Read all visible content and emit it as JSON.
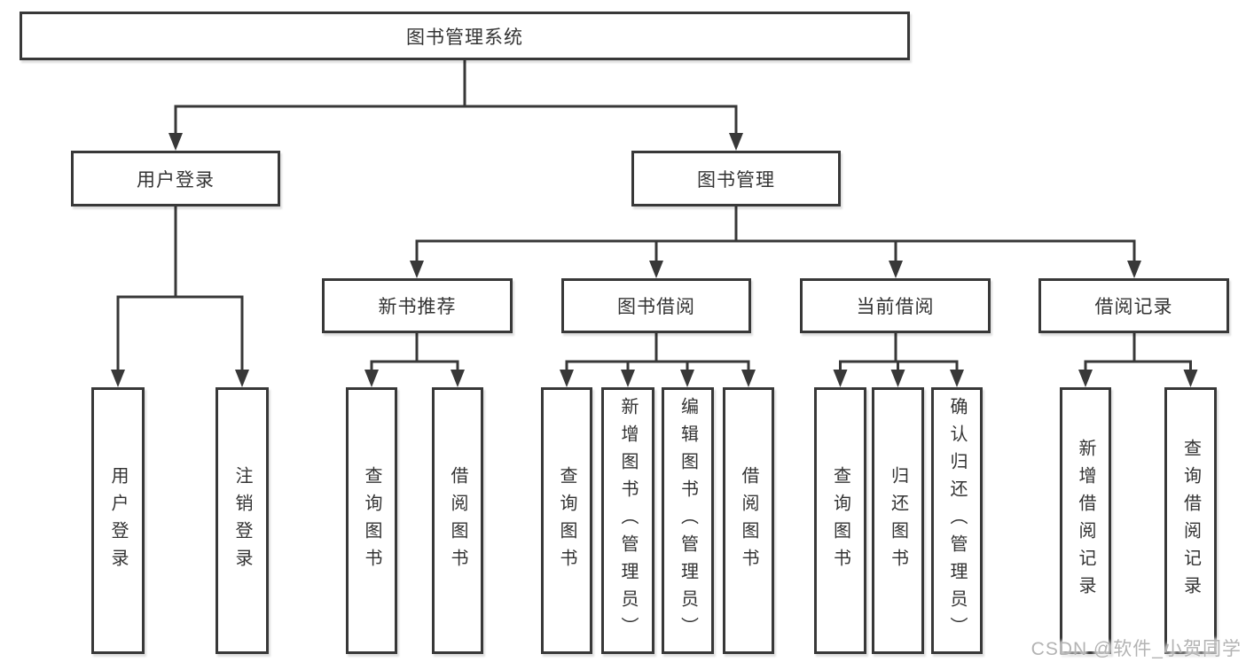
{
  "root": {
    "label": "图书管理系统"
  },
  "level2": [
    {
      "label": "用户登录"
    },
    {
      "label": "图书管理"
    }
  ],
  "level3": [
    {
      "label": "新书推荐"
    },
    {
      "label": "图书借阅"
    },
    {
      "label": "当前借阅"
    },
    {
      "label": "借阅记录"
    }
  ],
  "leaves": {
    "login": [
      {
        "label": "用户登录"
      },
      {
        "label": "注销登录"
      }
    ],
    "newbook": [
      {
        "label": "查询图书"
      },
      {
        "label": "借阅图书"
      }
    ],
    "borrow": [
      {
        "label": "查询图书"
      },
      {
        "label": "新增图书（管理员）"
      },
      {
        "label": "编辑图书（管理员）"
      },
      {
        "label": "借阅图书"
      }
    ],
    "current": [
      {
        "label": "查询图书"
      },
      {
        "label": "归还图书"
      },
      {
        "label": "确认归还（管理员）"
      }
    ],
    "record": [
      {
        "label": "新增借阅记录"
      },
      {
        "label": "查询借阅记录"
      }
    ]
  },
  "watermark": {
    "text": "CSDN @软件_小贺同学"
  },
  "colors": {
    "line": "#383838",
    "border": "#383838",
    "text": "#333333",
    "watermark": "#b3b3b3",
    "bg": "#ffffff"
  }
}
